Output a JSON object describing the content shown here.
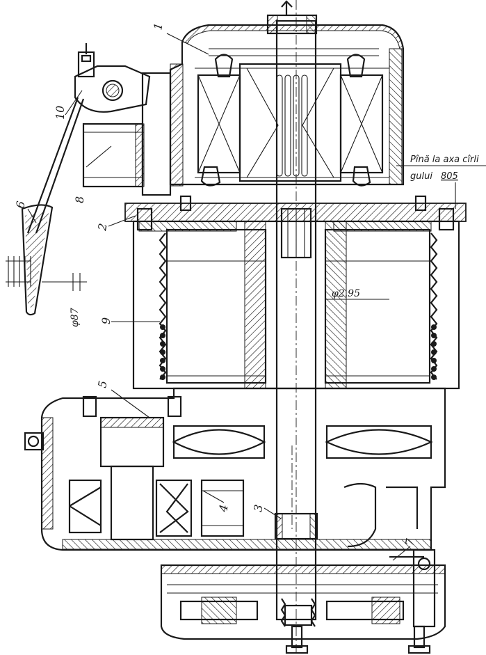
{
  "note": {
    "line1": "Pînă la axa cîrli",
    "line2": "gului",
    "value": "805"
  },
  "dimensions": {
    "diameter_main": "φ2.95",
    "diameter_side": "φ87"
  },
  "part_labels": [
    "1",
    "2",
    "3",
    "4",
    "5",
    "6",
    "7",
    "8",
    "9",
    "10"
  ]
}
